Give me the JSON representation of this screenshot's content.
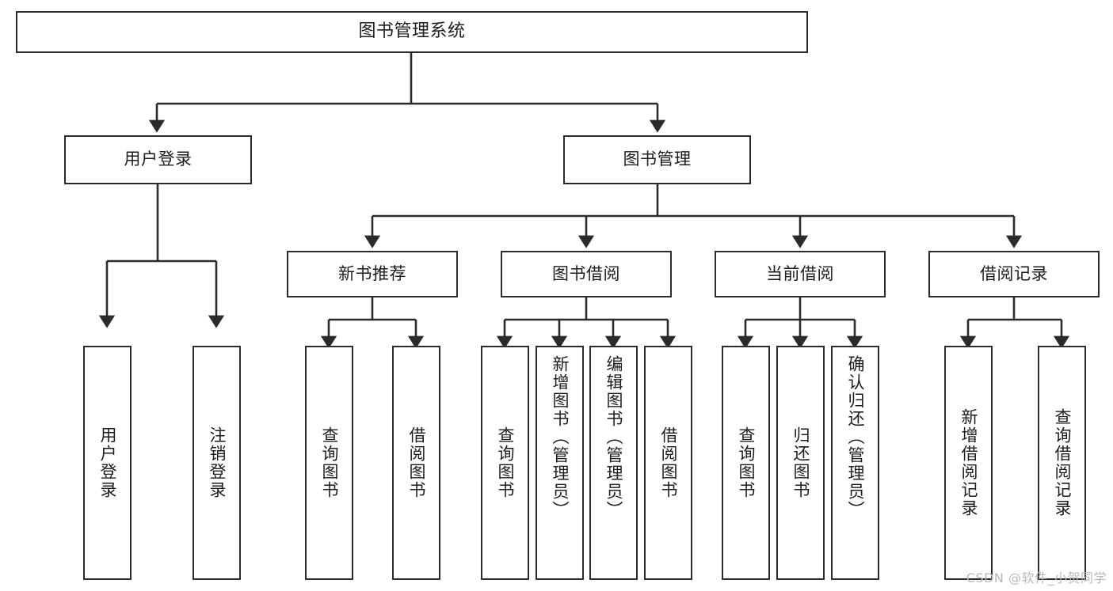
{
  "diagram": {
    "title": "图书管理系统",
    "watermark": "CSDN @软件_小贺同学",
    "colors": {
      "stroke": "#2b2b2b",
      "fill": "#ffffff",
      "text": "#1c1c1c",
      "watermark": "#b9b9b9"
    },
    "levels": {
      "root": {
        "label": "图书管理系统"
      },
      "level2": [
        {
          "id": "user-login",
          "label": "用户登录"
        },
        {
          "id": "book-manage",
          "label": "图书管理"
        }
      ],
      "level3": [
        {
          "id": "new-book-recommend",
          "label": "新书推荐"
        },
        {
          "id": "book-borrow",
          "label": "图书借阅"
        },
        {
          "id": "current-borrow",
          "label": "当前借阅"
        },
        {
          "id": "borrow-record",
          "label": "借阅记录"
        }
      ],
      "leaves": [
        {
          "id": "leaf-user-login",
          "label": "用户登录",
          "parent": "user-login"
        },
        {
          "id": "leaf-logout-login",
          "label": "注销登录",
          "parent": "user-login"
        },
        {
          "id": "leaf-query-book-1",
          "label": "查询图书",
          "parent": "new-book-recommend"
        },
        {
          "id": "leaf-borrow-book-1",
          "label": "借阅图书",
          "parent": "new-book-recommend"
        },
        {
          "id": "leaf-query-book-2",
          "label": "查询图书",
          "parent": "book-borrow"
        },
        {
          "id": "leaf-add-book",
          "label": "新增图书（管理员）",
          "parent": "book-borrow"
        },
        {
          "id": "leaf-edit-book",
          "label": "编辑图书（管理员）",
          "parent": "book-borrow"
        },
        {
          "id": "leaf-borrow-book-2",
          "label": "借阅图书",
          "parent": "book-borrow"
        },
        {
          "id": "leaf-query-book-3",
          "label": "查询图书",
          "parent": "current-borrow"
        },
        {
          "id": "leaf-return-book",
          "label": "归还图书",
          "parent": "current-borrow"
        },
        {
          "id": "leaf-confirm-return",
          "label": "确认归还（管理员）",
          "parent": "current-borrow"
        },
        {
          "id": "leaf-add-borrow-record",
          "label": "新增借阅记录",
          "parent": "borrow-record"
        },
        {
          "id": "leaf-query-borrow-record",
          "label": "查询借阅记录",
          "parent": "borrow-record"
        }
      ]
    }
  }
}
